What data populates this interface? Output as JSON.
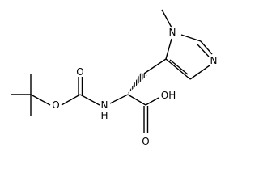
{
  "molecule": {
    "atoms": {
      "n_methyl": "N",
      "n_imidazole": "N",
      "n_carbamate": "N",
      "h_carbamate": "H",
      "o_ester": "O",
      "o_carbonyl_boc": "O",
      "oh_acid": "OH",
      "o_carbonyl_acid": "O"
    }
  }
}
